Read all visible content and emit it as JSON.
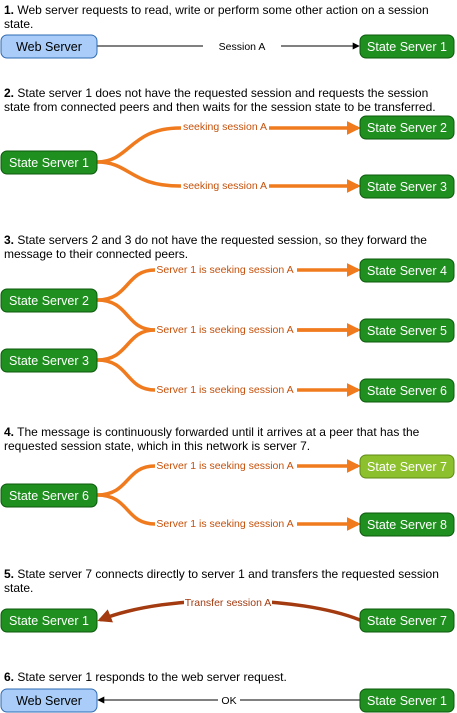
{
  "colors": {
    "web_fill": "#a9cdf8",
    "web_stroke": "#2f6ab3",
    "state_fill": "#1f8f1f",
    "state_stroke": "#0d5a0d",
    "found_fill": "#8dc02d",
    "found_stroke": "#5f8a16",
    "orange": "#f07a1e",
    "orange_label": "#c6500a",
    "transfer": "#a33a10",
    "black": "#000000"
  },
  "steps": [
    {
      "num": "1.",
      "text": " Web server requests to read, write or perform some other action on a session state."
    },
    {
      "num": "2.",
      "text": " State server 1 does not have the requested session and requests the session state from connected peers and then waits for the session state to be transferred."
    },
    {
      "num": "3.",
      "text": " State servers 2 and 3 do not have the requested session, so they forward the message to their connected peers."
    },
    {
      "num": "4.",
      "text": " The message is continuously forwarded until it arrives at a peer that has the requested session state, which in this network is server 7."
    },
    {
      "num": "5.",
      "text": " State server 7 connects directly to server 1 and transfers the requested session state."
    },
    {
      "num": "6.",
      "text": " State server 1 responds to the web server request."
    }
  ],
  "nodes": {
    "web_server": "Web Server",
    "state_server_1": "State Server 1",
    "state_server_2": "State Server 2",
    "state_server_3": "State Server 3",
    "state_server_4": "State Server 4",
    "state_server_5": "State Server 5",
    "state_server_6": "State Server 6",
    "state_server_7": "State Server 7",
    "state_server_8": "State Server 8"
  },
  "edge_labels": {
    "session_a": "Session A",
    "seeking_session_a": "seeking session A",
    "server1_seeking": "Server 1 is seeking session A",
    "transfer_session_a": "Transfer session A",
    "ok": "OK"
  }
}
